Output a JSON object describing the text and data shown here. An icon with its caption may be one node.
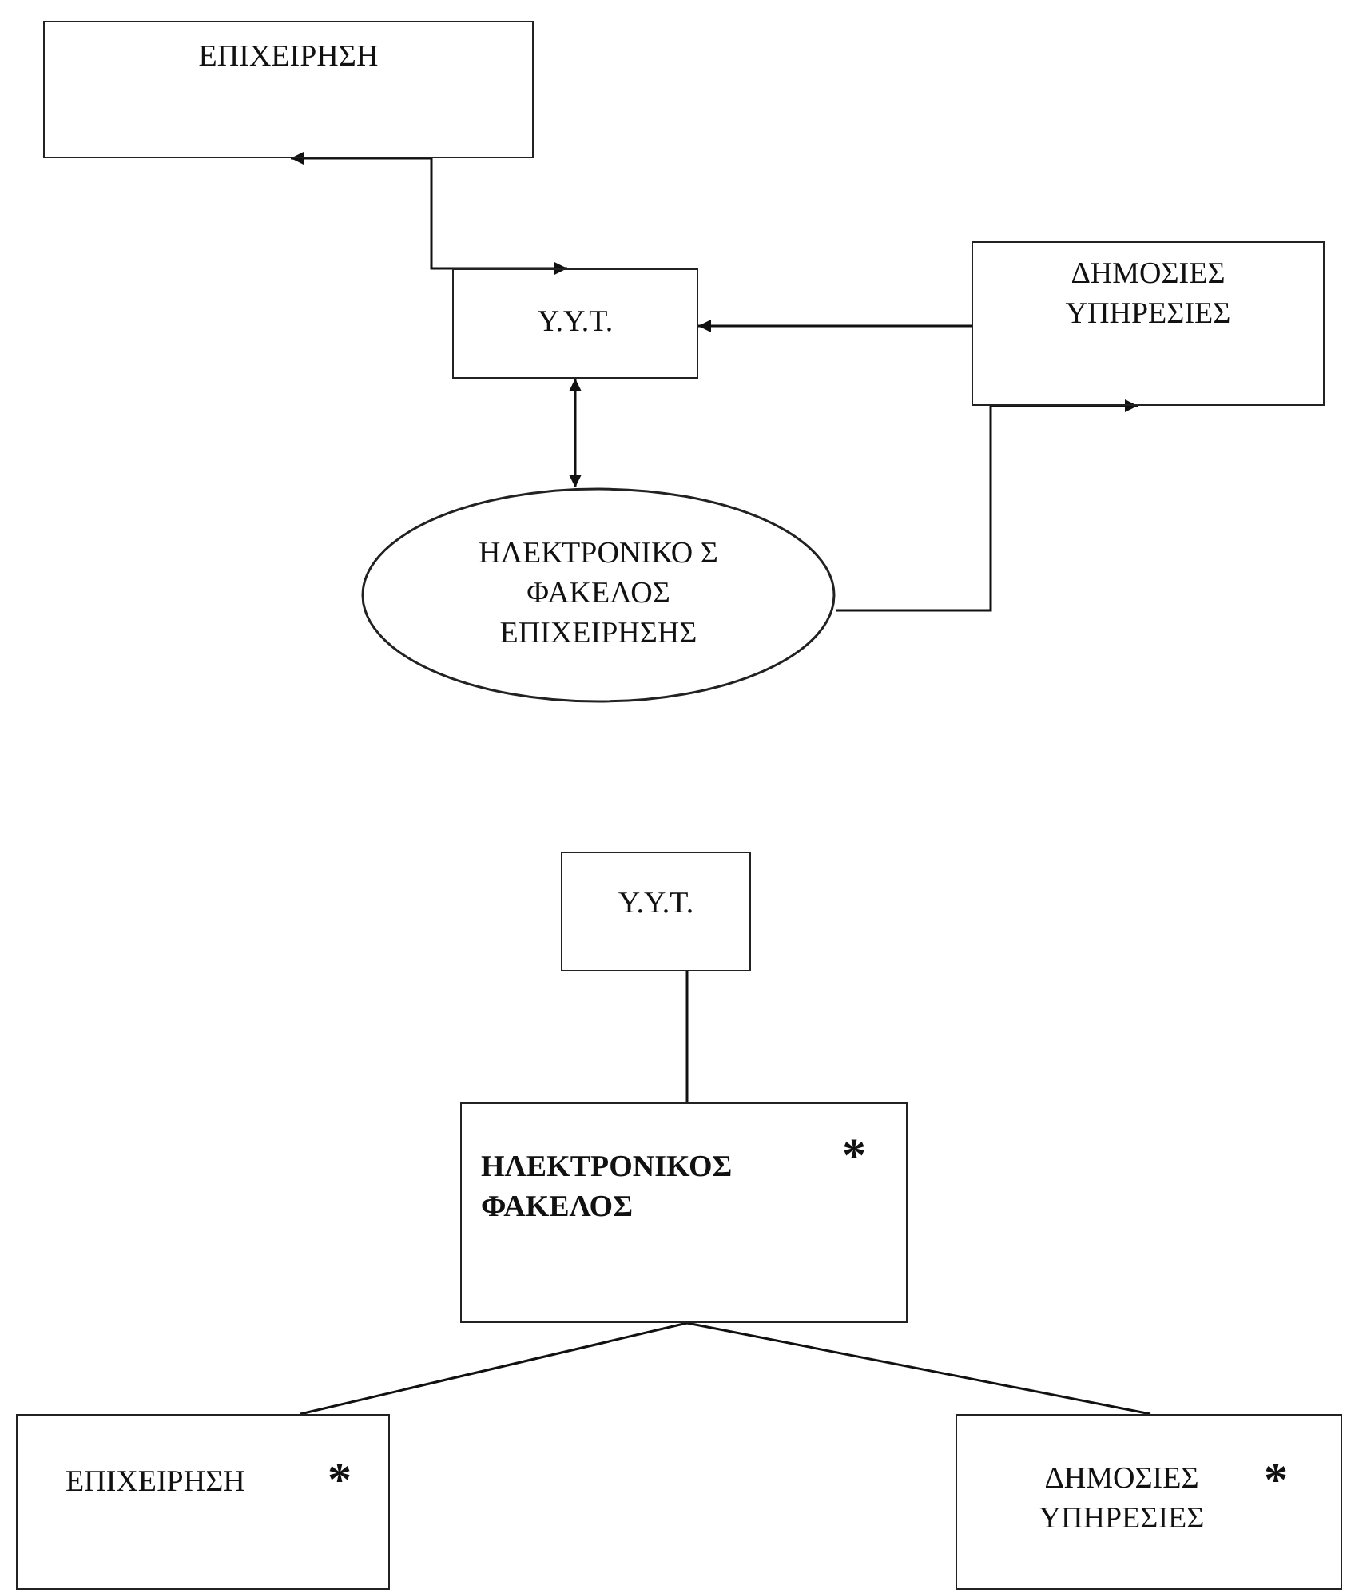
{
  "diagram": {
    "nodes": [
      {
        "text": [
          "ΕΠΙΧΕΙΡΗΣΗ"
        ]
      },
      {
        "text": [
          "Υ.Υ.Τ."
        ]
      },
      {
        "text": [
          "ΔΗΜΟΣΙΕΣ ΥΠΗΡΕΣΙΕΣ"
        ]
      },
      {
        "text": [
          "ΗΛΕΚΤΡΟΝΙΚΟ Σ ΦΑΚΕΛΟΣ ΕΠΙΧΕΙΡΗΣΗΣ"
        ]
      },
      {
        "text": [
          "Υ.Υ.Τ."
        ]
      },
      {
        "text": [
          "ΗΛΕΚΤΡΟΝΙΚΟΣ ΦΑΚΕΛΟΣ",
          "*"
        ]
      },
      {
        "text": [
          "ΕΠΙΧΕΙΡΗΣΗ",
          "*"
        ]
      },
      {
        "text": [
          "ΔΗΜΟΣΙΕΣ ΥΠΗΡΕΣΙΕΣ",
          "*"
        ]
      }
    ],
    "edges": [
      {
        "from": 0,
        "to": 1,
        "arrow": "both"
      },
      {
        "from": 2,
        "to": 1,
        "arrow": "to"
      },
      {
        "from": 1,
        "to": 3,
        "arrow": "both"
      },
      {
        "from": 3,
        "to": 2,
        "arrow": "to"
      },
      {
        "from": 4,
        "to": 5,
        "arrow": "none"
      },
      {
        "from": 5,
        "to": 6,
        "arrow": "none"
      },
      {
        "from": 5,
        "to": 7,
        "arrow": "none"
      }
    ]
  }
}
